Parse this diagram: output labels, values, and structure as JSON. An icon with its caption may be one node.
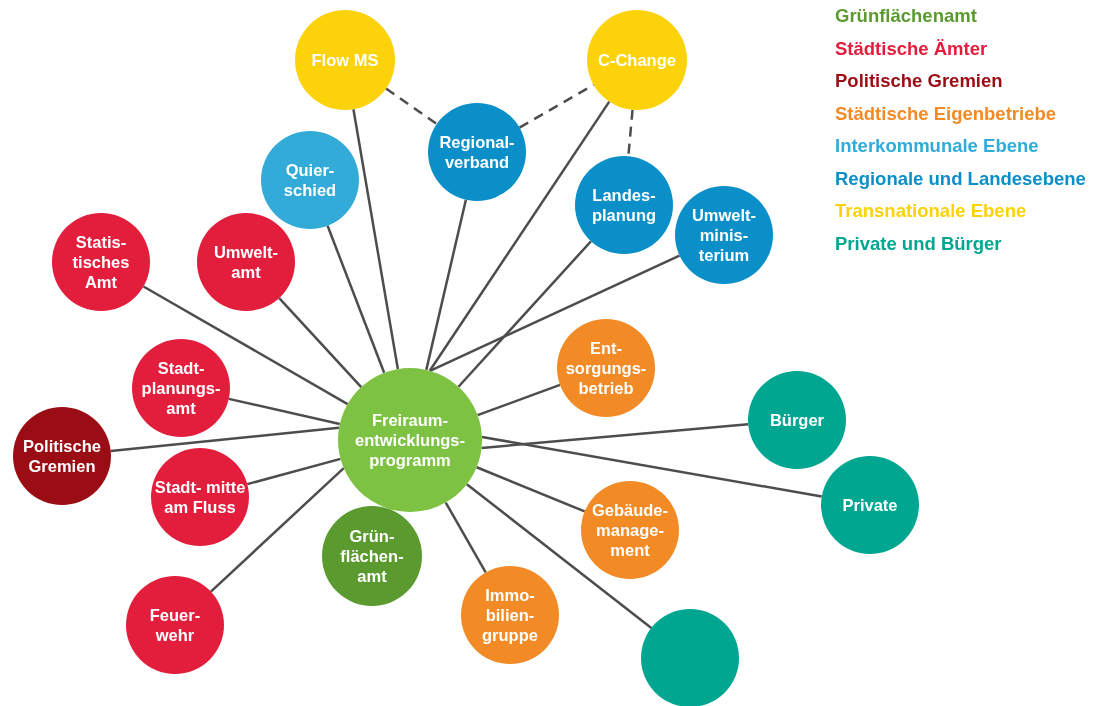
{
  "diagram": {
    "nodes": [
      {
        "text": [
          "Flow MS"
        ]
      },
      {
        "text": [
          "C-Change"
        ]
      },
      {
        "text": [
          "Regional- verband"
        ]
      },
      {
        "text": [
          "Quier- schied"
        ]
      },
      {
        "text": [
          "Landes- planung"
        ]
      },
      {
        "text": [
          "Umwelt- minis- terium"
        ]
      },
      {
        "text": [
          "Statis- tisches Amt"
        ]
      },
      {
        "text": [
          "Umwelt- amt"
        ]
      },
      {
        "text": [
          "Ent- sorgungs- betrieb"
        ]
      },
      {
        "text": [
          "Bürger"
        ]
      },
      {
        "text": [
          "Stadt- planungs- amt"
        ]
      },
      {
        "text": [
          "Freiraum- entwicklungs- programm"
        ]
      },
      {
        "text": [
          "Politische Gremien"
        ]
      },
      {
        "text": [
          "Stadt- mitte am Fluss"
        ]
      },
      {
        "text": [
          "Grün- flächen- amt"
        ]
      },
      {
        "text": [
          "Private"
        ]
      },
      {
        "text": [
          "Gebäude- manage- ment"
        ]
      },
      {
        "text": [
          "Feuer- wehr"
        ]
      },
      {
        "text": [
          "Immo- bilien- gruppe"
        ]
      },
      {
        "text": [],
        "shape": "circle"
      }
    ],
    "edges": [
      {
        "from": 11,
        "to": 0,
        "arrow": "none"
      },
      {
        "from": 11,
        "to": 1,
        "arrow": "none"
      },
      {
        "from": 11,
        "to": 2,
        "arrow": "none"
      },
      {
        "from": 11,
        "to": 3,
        "arrow": "none"
      },
      {
        "from": 11,
        "to": 4,
        "arrow": "none"
      },
      {
        "from": 11,
        "to": 5,
        "arrow": "none"
      },
      {
        "from": 11,
        "to": 6,
        "arrow": "none"
      },
      {
        "from": 11,
        "to": 7,
        "arrow": "none"
      },
      {
        "from": 11,
        "to": 8,
        "arrow": "none"
      },
      {
        "from": 11,
        "to": 9,
        "arrow": "none"
      },
      {
        "from": 11,
        "to": 10,
        "arrow": "none"
      },
      {
        "from": 11,
        "to": 12,
        "arrow": "none"
      },
      {
        "from": 11,
        "to": 13,
        "arrow": "none"
      },
      {
        "from": 11,
        "to": 15,
        "arrow": "none"
      },
      {
        "from": 11,
        "to": 16,
        "arrow": "none"
      },
      {
        "from": 11,
        "to": 17,
        "arrow": "none"
      },
      {
        "from": 11,
        "to": 18,
        "arrow": "none"
      },
      {
        "from": 11,
        "to": 19,
        "arrow": "none"
      },
      {
        "from": 0,
        "to": 2,
        "arrow": "none",
        "style": "dashed"
      },
      {
        "from": 2,
        "to": 1,
        "arrow": "none",
        "style": "dashed"
      },
      {
        "from": 1,
        "to": 4,
        "arrow": "none",
        "style": "dashed"
      }
    ],
    "legend": [
      {
        "text": "Grünflächenamt",
        "color": "#5a9a2e"
      },
      {
        "text": "Städtische Ämter",
        "color": "#e31d3c"
      },
      {
        "text": "Politische Gremien",
        "color": "#9b0d14"
      },
      {
        "text": "Städtische Eigenbetriebe",
        "color": "#f28a25"
      },
      {
        "text": "Interkommunale Ebene",
        "color": "#32abd9"
      },
      {
        "text": "Regionale und Landesebene",
        "color": "#0a8fc8"
      },
      {
        "text": "Transnationale Ebene",
        "color": "#fcd20a"
      },
      {
        "text": "Private und Bürger",
        "color": "#00a690"
      }
    ]
  }
}
